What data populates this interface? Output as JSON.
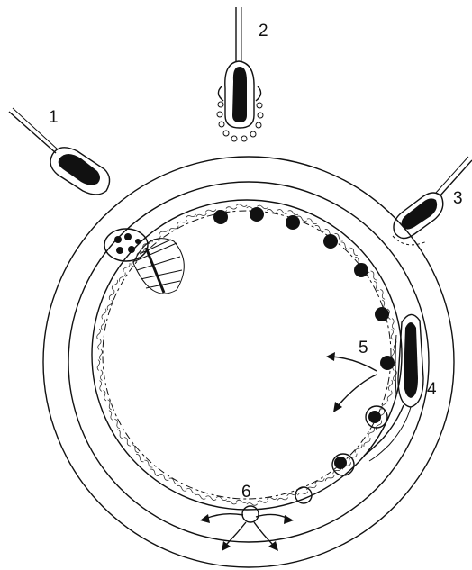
{
  "labels": [
    {
      "key": "1",
      "text": "1"
    },
    {
      "key": "2",
      "text": "2"
    },
    {
      "key": "3",
      "text": "3"
    },
    {
      "key": "4",
      "text": "4"
    },
    {
      "key": "5",
      "text": "5"
    },
    {
      "key": "6",
      "text": "6"
    }
  ],
  "colors": {
    "ink": "#111111",
    "background": "#ffffff"
  }
}
